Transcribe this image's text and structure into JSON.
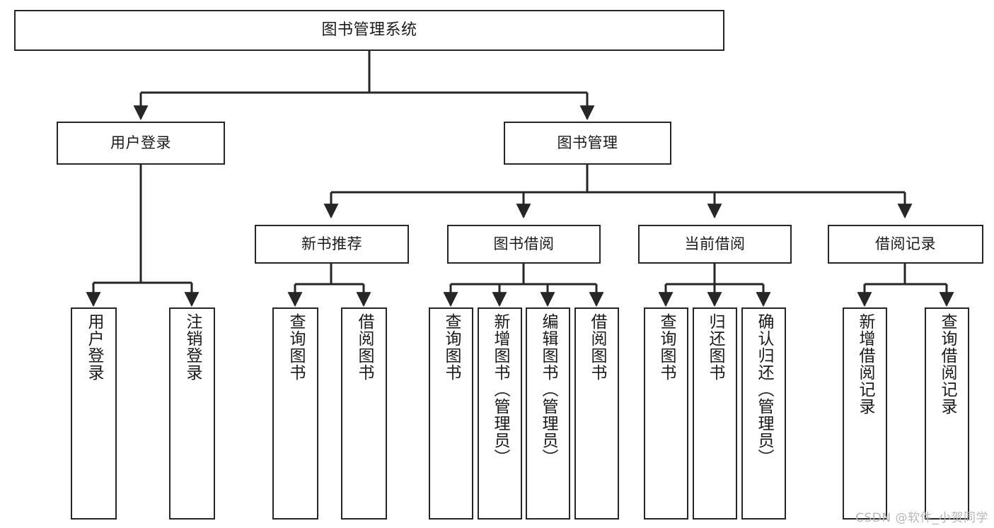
{
  "diagram": {
    "type": "tree-hierarchy",
    "title": "图书管理系统",
    "watermark": "CSDN @软件_小贺同学",
    "colors": {
      "box_border": "#262626",
      "box_fill": "#ffffff",
      "connector": "#262626",
      "text": "#1a1a1a",
      "watermark": "#b6b6b6",
      "background": "#ffffff"
    },
    "nodes": {
      "root": {
        "label": "图书管理系统"
      },
      "level2": [
        {
          "label": "用户登录"
        },
        {
          "label": "图书管理"
        }
      ],
      "level3": [
        {
          "label": "新书推荐"
        },
        {
          "label": "图书借阅"
        },
        {
          "label": "当前借阅"
        },
        {
          "label": "借阅记录"
        }
      ],
      "leaves": {
        "user_login": [
          {
            "label": "用户登录"
          },
          {
            "label": "注销登录"
          }
        ],
        "new_book_recommend": [
          {
            "label": "查询图书"
          },
          {
            "label": "借阅图书"
          }
        ],
        "book_borrow": [
          {
            "label": "查询图书"
          },
          {
            "label": "新增图书（管理员）"
          },
          {
            "label": "编辑图书（管理员）"
          },
          {
            "label": "借阅图书"
          }
        ],
        "current_borrow": [
          {
            "label": "查询图书"
          },
          {
            "label": "归还图书"
          },
          {
            "label": "确认归还（管理员）"
          }
        ],
        "borrow_record": [
          {
            "label": "新增借阅记录"
          },
          {
            "label": "查询借阅记录"
          }
        ]
      }
    }
  }
}
